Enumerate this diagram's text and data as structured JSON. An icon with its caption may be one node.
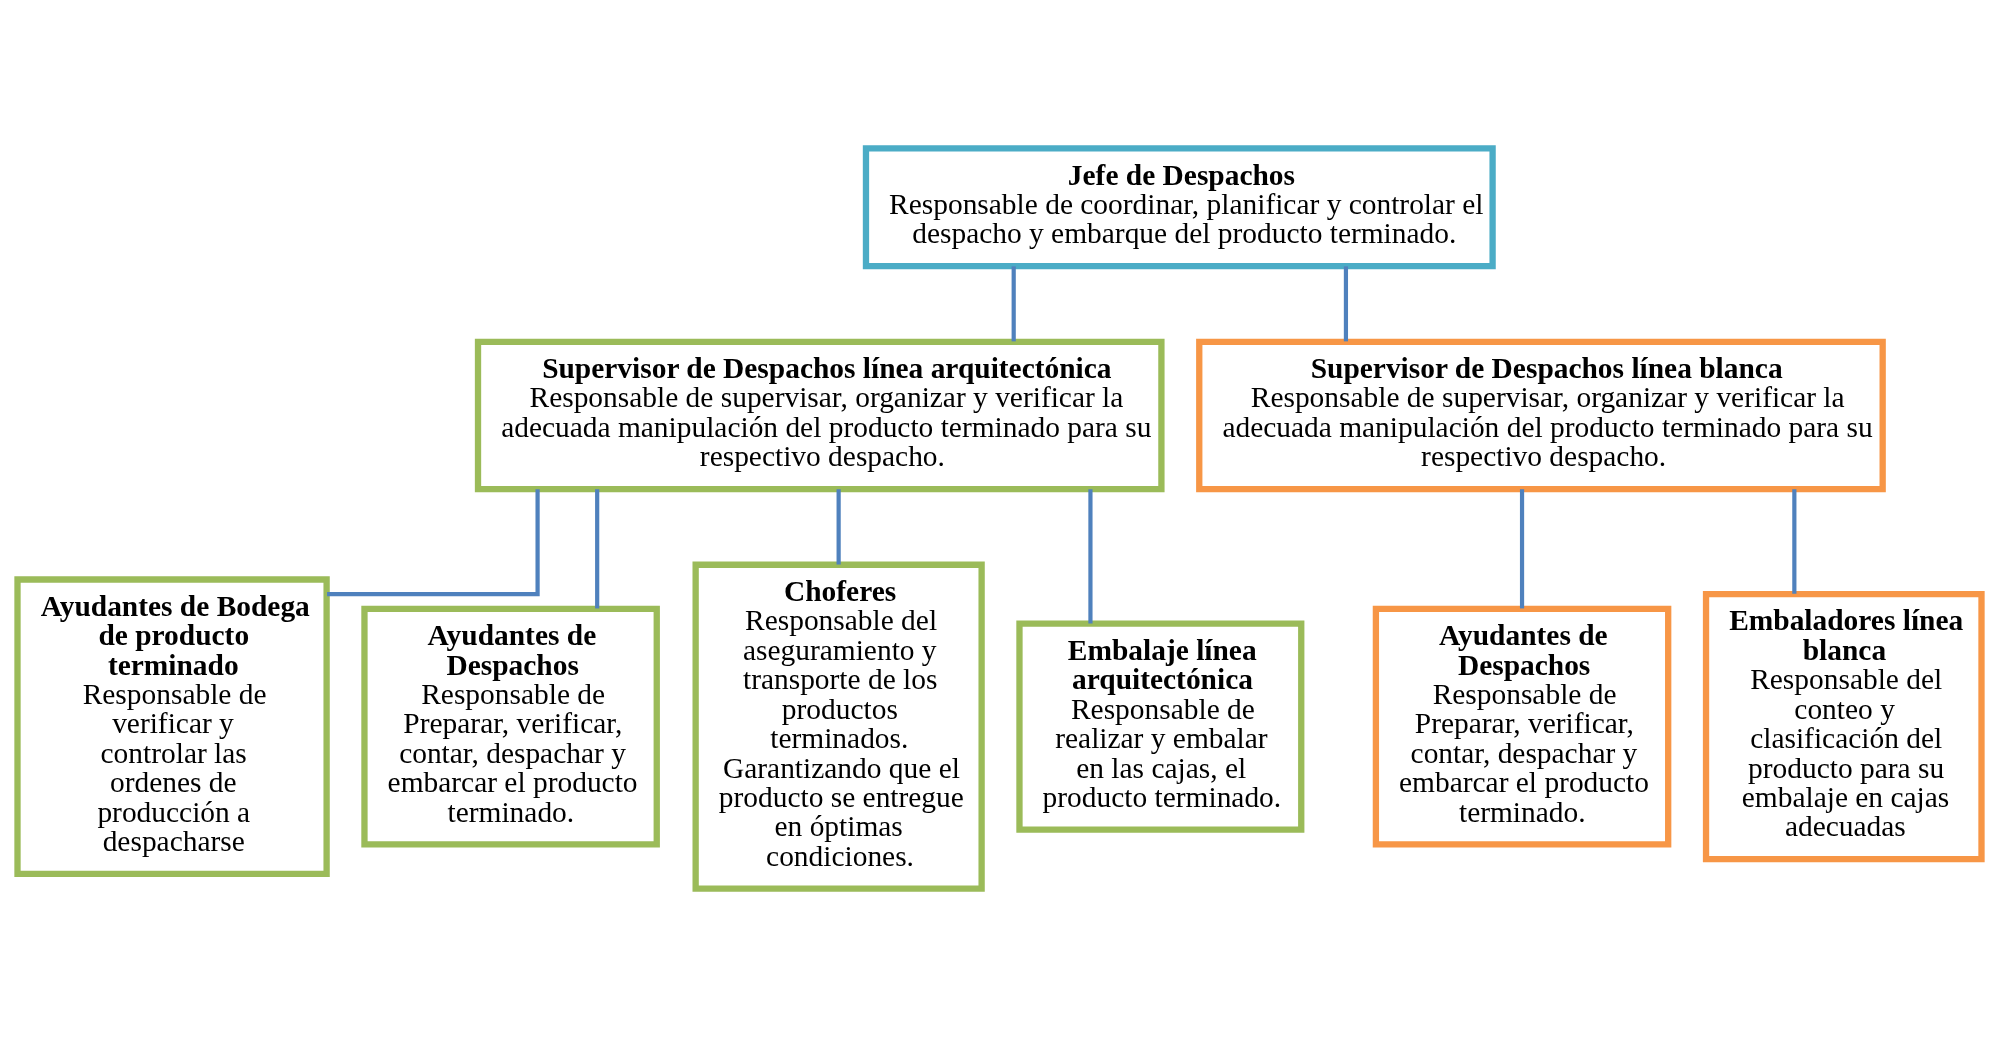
{
  "diagram": {
    "nodes": [
      {
        "text": [
          "Jefe de Despachos",
          "Responsable de coordinar, planificar y controlar el despacho y embarque del producto terminado."
        ]
      },
      {
        "text": [
          "Supervisor de Despachos línea arquitectónica",
          "Responsable de supervisar, organizar y verificar la adecuada manipulación del producto terminado para su respectivo despacho."
        ]
      },
      {
        "text": [
          "Supervisor de Despachos línea blanca",
          "Responsable de supervisar, organizar y verificar la adecuada manipulación del producto terminado para su respectivo despacho."
        ]
      },
      {
        "text": [
          "Ayudantes de Bodega de producto terminado",
          "Responsable de verificar y controlar las ordenes de producción a despacharse"
        ]
      },
      {
        "text": [
          "Ayudantes de Despachos",
          "Responsable de Preparar, verificar, contar, despachar y embarcar el producto terminado."
        ]
      },
      {
        "text": [
          "Choferes",
          "Responsable del aseguramiento y transporte de los productos terminados. Garantizando que el producto se entregue en óptimas condiciones."
        ]
      },
      {
        "text": [
          "Embalaje línea arquitectónica",
          "Responsable de realizar y embalar en las cajas, el producto terminado."
        ]
      },
      {
        "text": [
          "Ayudantes de Despachos",
          "Responsable de Preparar, verificar, contar, despachar y embarcar el producto terminado."
        ]
      },
      {
        "text": [
          "Embaladores línea blanca",
          "Responsable del conteo y clasificación del producto para su embalaje en cajas adecuadas"
        ]
      }
    ],
    "edges": [
      {
        "from": 0,
        "to": 1,
        "arrow": "none"
      },
      {
        "from": 0,
        "to": 2,
        "arrow": "none"
      },
      {
        "from": 1,
        "to": 3,
        "arrow": "none"
      },
      {
        "from": 1,
        "to": 4,
        "arrow": "none"
      },
      {
        "from": 1,
        "to": 5,
        "arrow": "none"
      },
      {
        "from": 1,
        "to": 6,
        "arrow": "none"
      },
      {
        "from": 2,
        "to": 7,
        "arrow": "none"
      },
      {
        "from": 2,
        "to": 8,
        "arrow": "none"
      }
    ]
  }
}
